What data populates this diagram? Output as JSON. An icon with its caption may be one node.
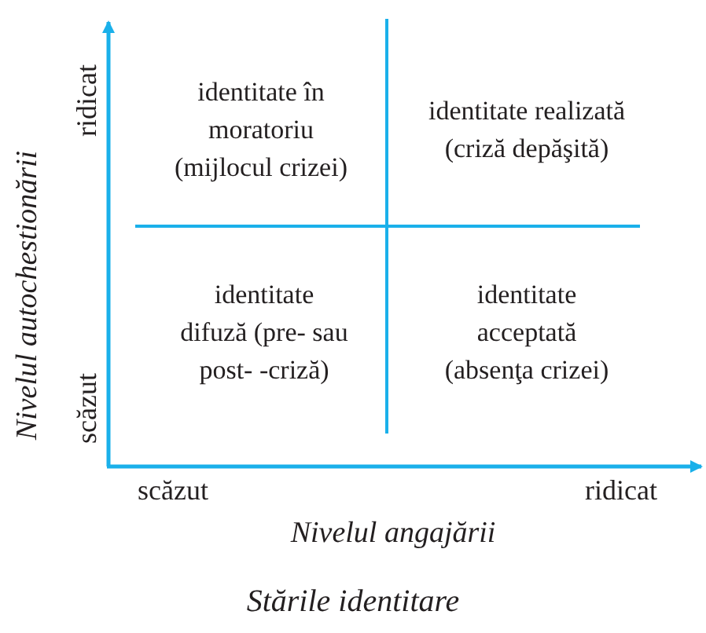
{
  "diagram": {
    "caption": "Stările identitare",
    "labels": [
      "Nivelul autochestionării",
      "ridicat",
      "identitate în moratoriu (mijlocul crizei)",
      "identitate realizată (criză depăşită)",
      "identitate difuză (pre- sau post- -criză)",
      "identitate acceptată (absenţa crizei)",
      "scăzut",
      "scăzut",
      "ridicat",
      "Nivelul angajării"
    ]
  }
}
